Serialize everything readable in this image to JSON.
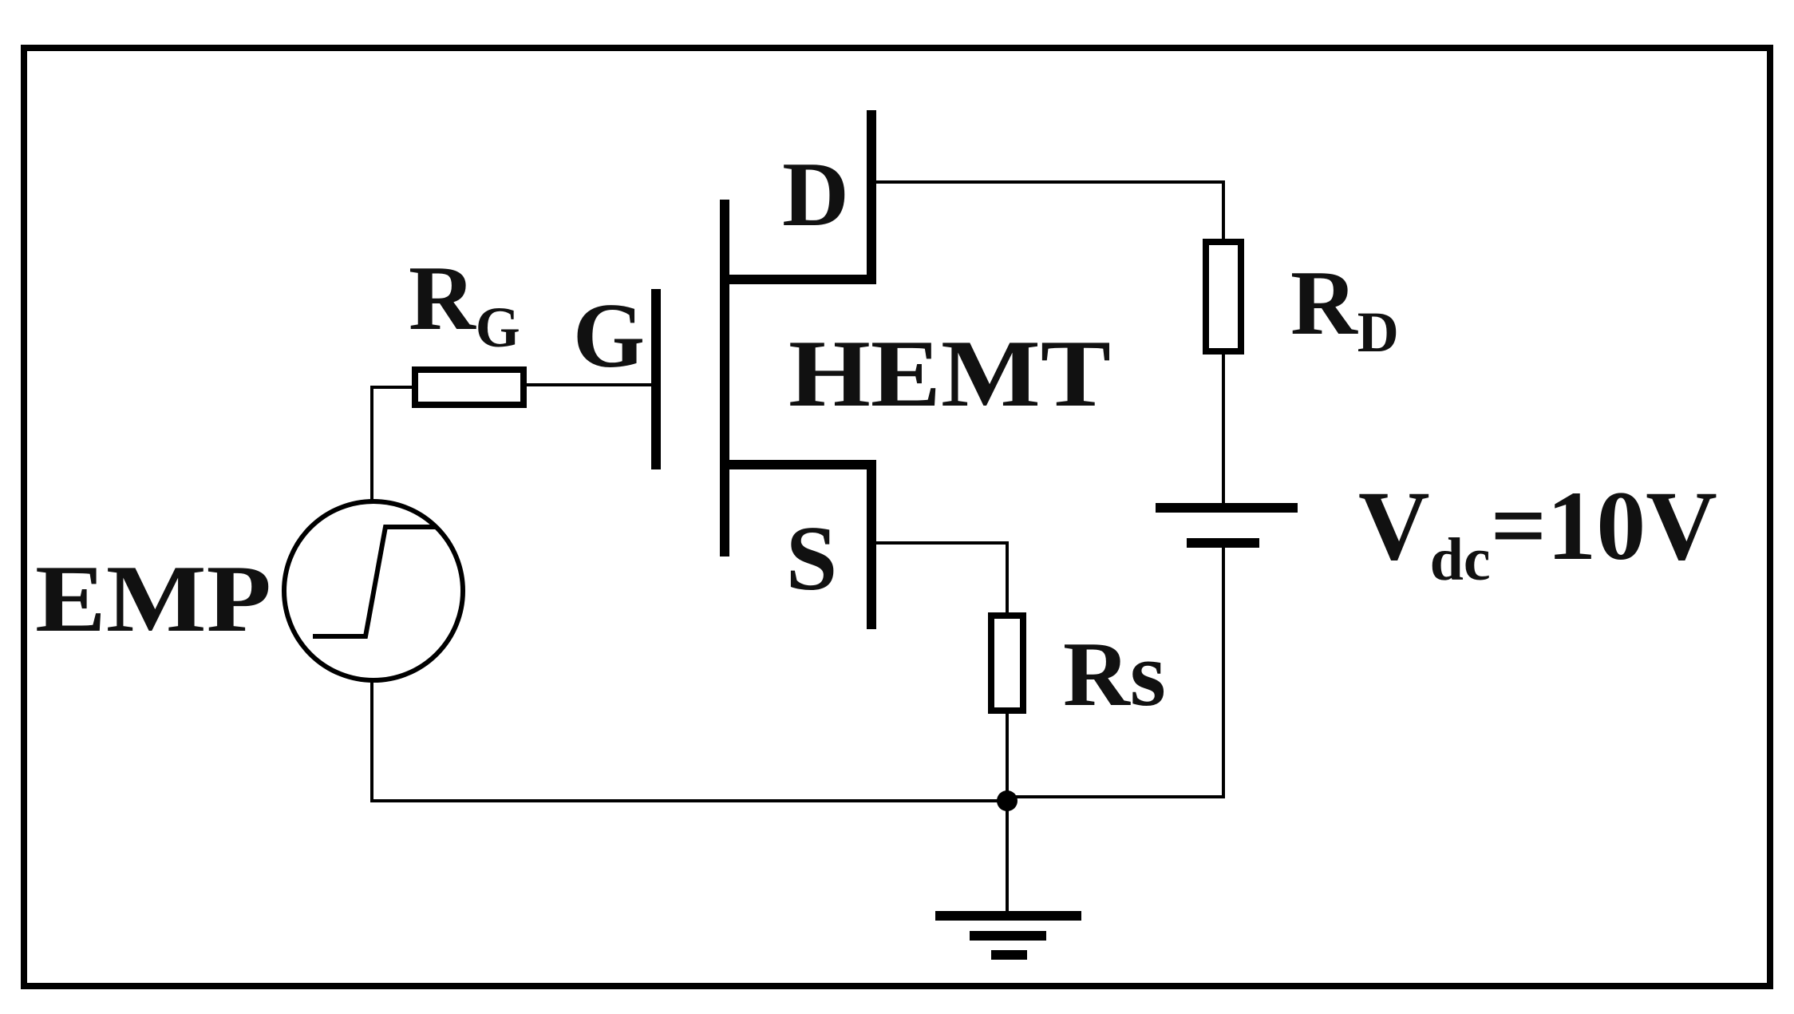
{
  "labels": {
    "drain": "D",
    "gate": "G",
    "source": "S",
    "transistor": "HEMT",
    "gate_resistor_main": "R",
    "gate_resistor_sub": "G",
    "drain_resistor_main": "R",
    "drain_resistor_sub": "D",
    "source_resistor": "Rs",
    "supply_main": "V",
    "supply_sub": "dc",
    "supply_value": "=10V",
    "source_generator": "EMP"
  },
  "colors": {
    "line": "#000000",
    "text": "#111111",
    "background": "#ffffff"
  }
}
